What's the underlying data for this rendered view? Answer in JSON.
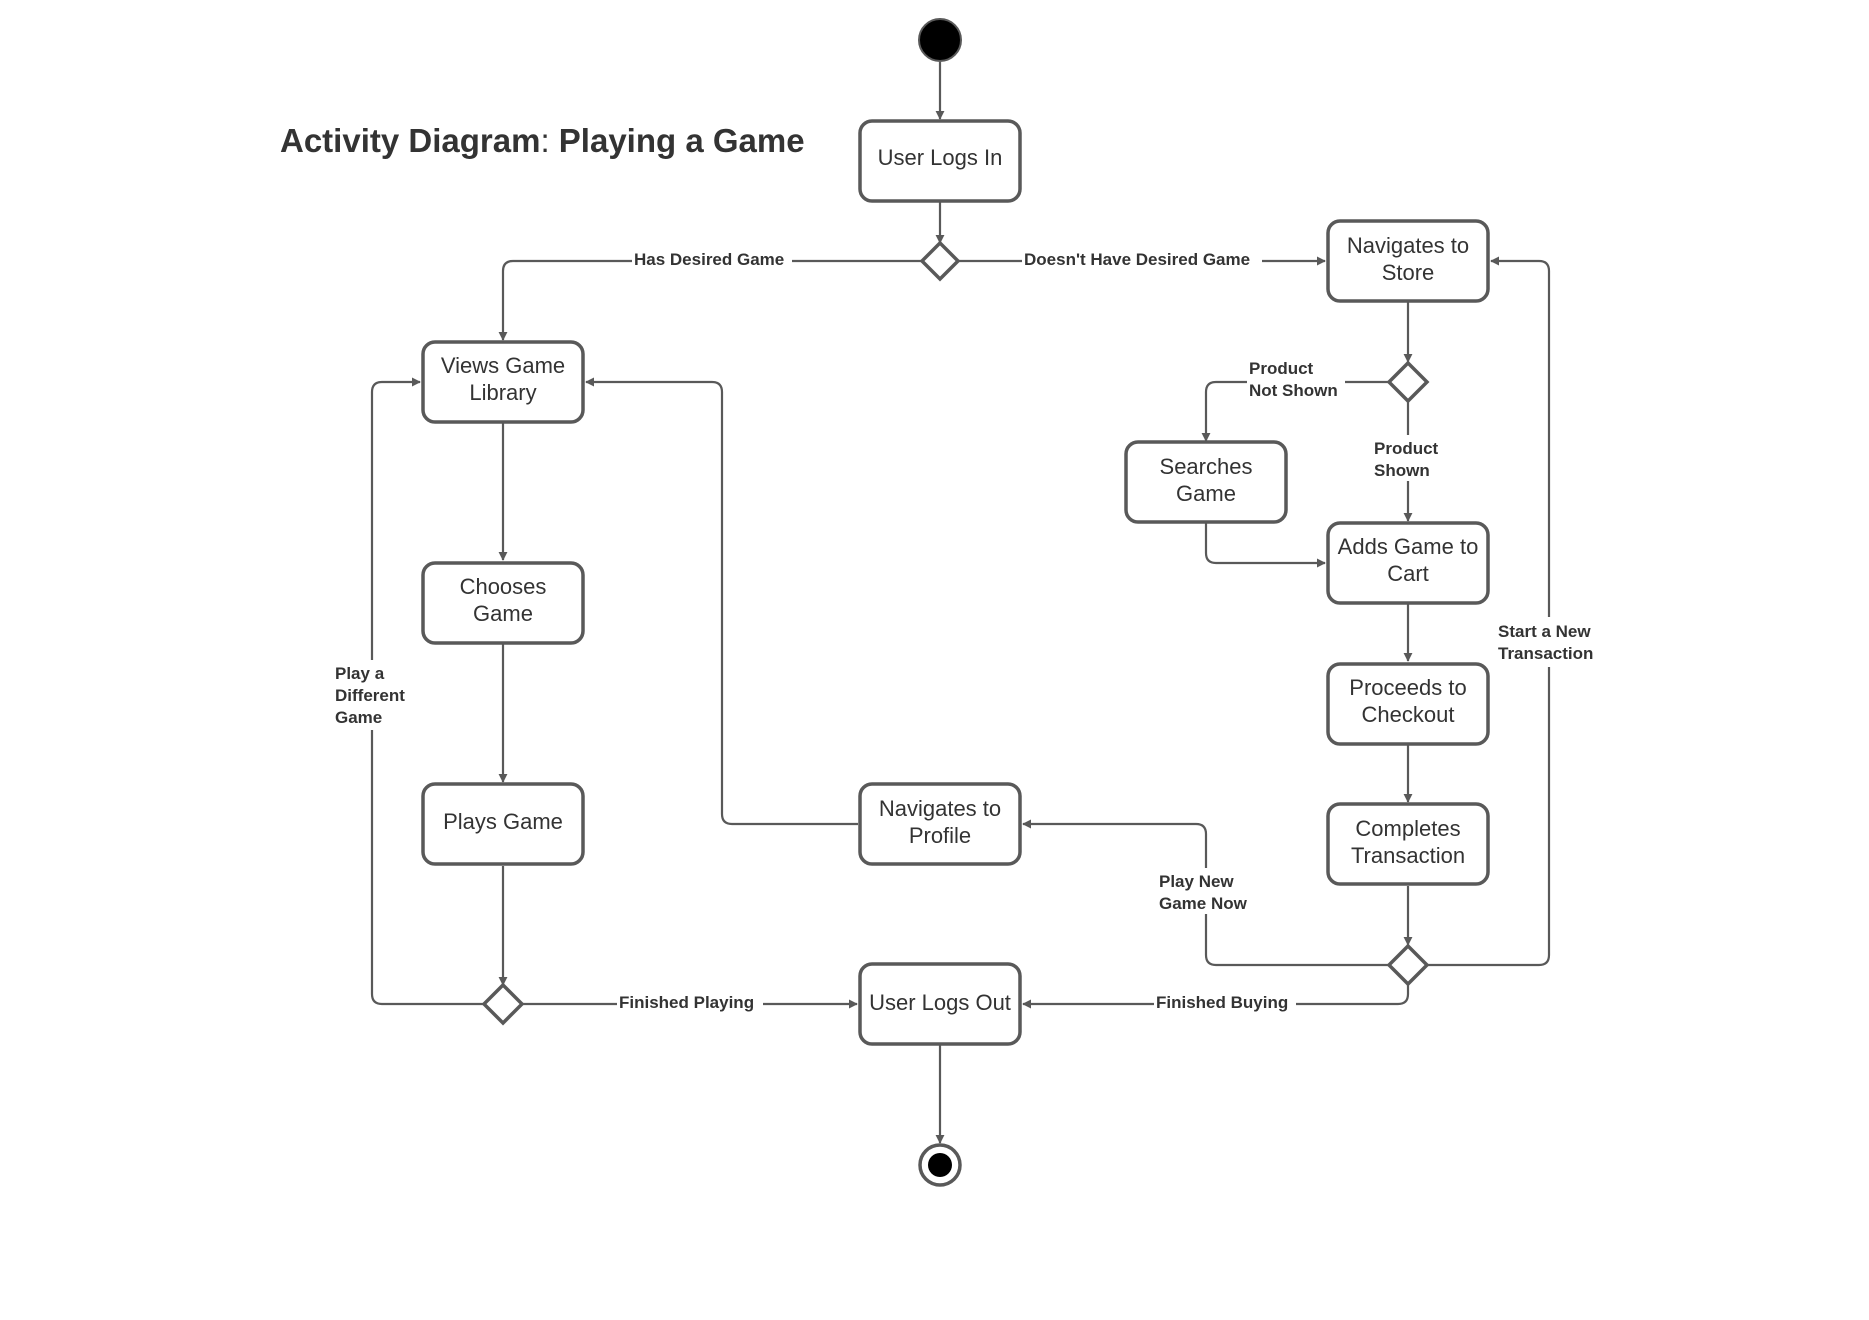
{
  "title": {
    "left": "Activity Diagram",
    "separator": ":",
    "right": "Playing a Game"
  },
  "colors": {
    "stroke": "#595959",
    "text": "#333333",
    "fill": "#ffffff",
    "start_node": "#000000"
  },
  "nodes": {
    "user_logs_in": [
      "User Logs In"
    ],
    "navigates_to_store": [
      "Navigates to",
      "Store"
    ],
    "views_game_library": [
      "Views Game",
      "Library"
    ],
    "searches_game": [
      "Searches",
      "Game"
    ],
    "adds_game_to_cart": [
      "Adds Game to",
      "Cart"
    ],
    "chooses_game": [
      "Chooses",
      "Game"
    ],
    "proceeds_to_checkout": [
      "Proceeds to",
      "Checkout"
    ],
    "plays_game": [
      "Plays Game"
    ],
    "navigates_to_profile": [
      "Navigates to",
      "Profile"
    ],
    "completes_transaction": [
      "Completes",
      "Transaction"
    ],
    "user_logs_out": [
      "User Logs Out"
    ]
  },
  "edge_labels": {
    "has_desired_game": [
      "Has Desired Game"
    ],
    "doesnt_have_desired_game": [
      "Doesn't Have Desired Game"
    ],
    "product_not_shown": [
      "Product",
      "Not Shown"
    ],
    "product_shown": [
      "Product",
      "Shown"
    ],
    "start_new_transaction": [
      "Start a New",
      "Transaction"
    ],
    "play_different_game": [
      "Play a",
      "Different",
      "Game"
    ],
    "play_new_game_now": [
      "Play New",
      "Game Now"
    ],
    "finished_playing": [
      "Finished Playing"
    ],
    "finished_buying": [
      "Finished Buying"
    ]
  }
}
